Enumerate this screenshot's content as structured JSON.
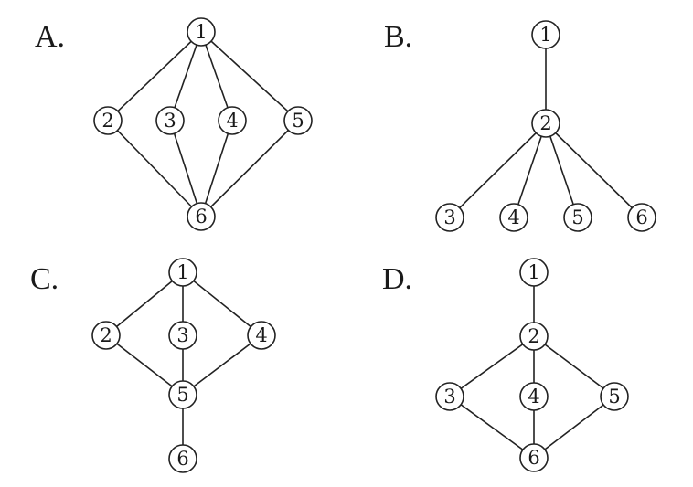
{
  "options": [
    {
      "label": "A.",
      "nodes": [
        "1",
        "2",
        "3",
        "4",
        "5",
        "6"
      ],
      "edges": [
        [
          "1",
          "2"
        ],
        [
          "1",
          "3"
        ],
        [
          "1",
          "4"
        ],
        [
          "1",
          "5"
        ],
        [
          "2",
          "6"
        ],
        [
          "3",
          "6"
        ],
        [
          "4",
          "6"
        ],
        [
          "5",
          "6"
        ]
      ]
    },
    {
      "label": "B.",
      "nodes": [
        "1",
        "2",
        "3",
        "4",
        "5",
        "6"
      ],
      "edges": [
        [
          "1",
          "2"
        ],
        [
          "2",
          "3"
        ],
        [
          "2",
          "4"
        ],
        [
          "2",
          "5"
        ],
        [
          "2",
          "6"
        ]
      ]
    },
    {
      "label": "C.",
      "nodes": [
        "1",
        "2",
        "3",
        "4",
        "5",
        "6"
      ],
      "edges": [
        [
          "1",
          "2"
        ],
        [
          "1",
          "3"
        ],
        [
          "1",
          "4"
        ],
        [
          "2",
          "5"
        ],
        [
          "3",
          "5"
        ],
        [
          "4",
          "5"
        ],
        [
          "5",
          "6"
        ]
      ]
    },
    {
      "label": "D.",
      "nodes": [
        "1",
        "2",
        "3",
        "4",
        "5",
        "6"
      ],
      "edges": [
        [
          "1",
          "2"
        ],
        [
          "2",
          "3"
        ],
        [
          "2",
          "4"
        ],
        [
          "2",
          "5"
        ],
        [
          "3",
          "6"
        ],
        [
          "4",
          "6"
        ],
        [
          "5",
          "6"
        ]
      ]
    }
  ],
  "colors": {
    "stroke": "#222222",
    "text": "#1a1a1a",
    "background": "#ffffff"
  }
}
